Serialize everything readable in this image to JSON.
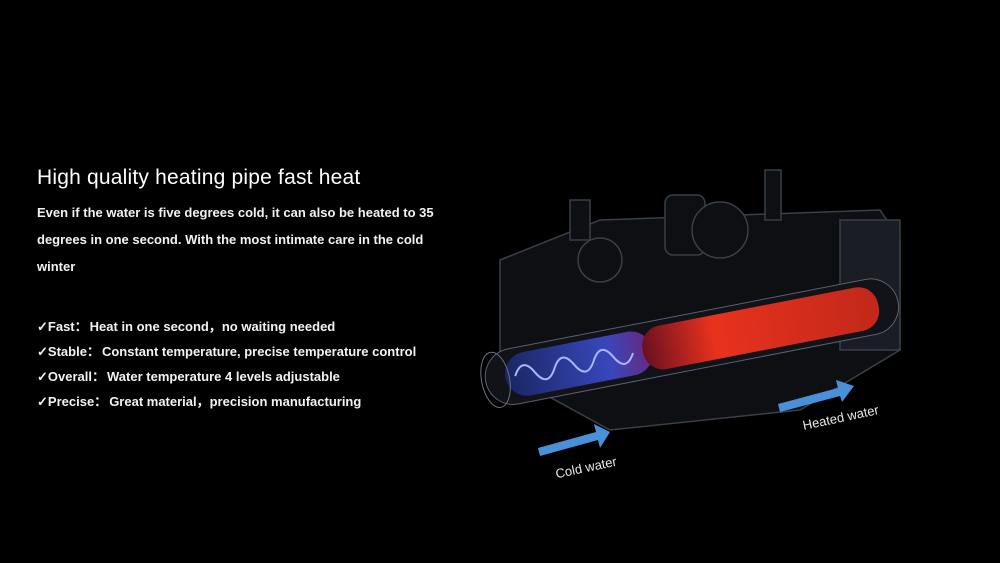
{
  "heading": "High quality heating pipe fast heat",
  "description": "Even if the water is five degrees cold, it can also be heated to 35 degrees in one second. With the most intimate care in the cold winter",
  "features": [
    {
      "check": "✓",
      "name": "Fast",
      "sep": "：",
      "text": "Heat in one second，no waiting needed"
    },
    {
      "check": "✓",
      "name": "Stable",
      "sep": "：",
      "text": "Constant temperature, precise temperature control"
    },
    {
      "check": "✓",
      "name": "Overall",
      "sep": "：",
      "text": "Water temperature 4 levels adjustable"
    },
    {
      "check": "✓",
      "name": "Precise",
      "sep": "：",
      "text": "Great material，precision manufacturing"
    }
  ],
  "illustration": {
    "cold_label": "Cold water",
    "hot_label": "Heated water",
    "arrow_color": "#4a90d9",
    "hot_color": "#e8321e",
    "cold_color": "#3a4fd0"
  }
}
